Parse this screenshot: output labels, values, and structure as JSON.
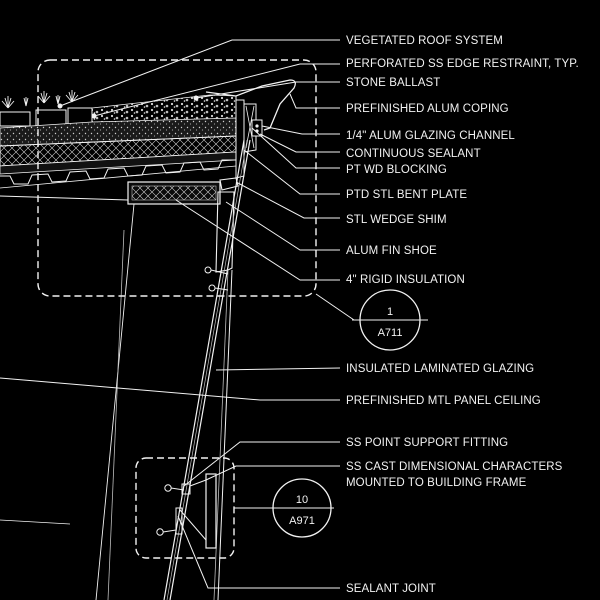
{
  "callouts": [
    {
      "id": "vegetated-roof-system",
      "text": "VEGETATED ROOF SYSTEM"
    },
    {
      "id": "perforated-ss-edge-restraint",
      "text": "PERFORATED SS EDGE RESTRAINT, TYP."
    },
    {
      "id": "stone-ballast",
      "text": "STONE BALLAST"
    },
    {
      "id": "prefinished-alum-coping",
      "text": "PREFINISHED ALUM COPING"
    },
    {
      "id": "alum-glazing-channel",
      "text": "1/4\" ALUM GLAZING CHANNEL"
    },
    {
      "id": "continuous-sealant",
      "text": "CONTINUOUS SEALANT"
    },
    {
      "id": "pt-wd-blocking",
      "text": "PT WD BLOCKING"
    },
    {
      "id": "ptd-stl-bent-plate",
      "text": "PTD STL BENT PLATE"
    },
    {
      "id": "stl-wedge-shim",
      "text": "STL WEDGE SHIM"
    },
    {
      "id": "alum-fin-shoe",
      "text": "ALUM FIN SHOE"
    },
    {
      "id": "rigid-insulation",
      "text": "4\" RIGID INSULATION"
    },
    {
      "id": "insulated-laminated-glazing",
      "text": "INSULATED LAMINATED GLAZING"
    },
    {
      "id": "prefinished-mtl-panel-ceiling",
      "text": "PREFINISHED MTL PANEL CEILING"
    },
    {
      "id": "ss-point-support-fitting",
      "text": "SS POINT SUPPORT FITTING"
    },
    {
      "id": "ss-cast-dimensional-characters-1",
      "text": "SS CAST DIMENSIONAL CHARACTERS"
    },
    {
      "id": "ss-cast-dimensional-characters-2",
      "text": "MOUNTED TO BUILDING FRAME"
    },
    {
      "id": "sealant-joint",
      "text": "SEALANT JOINT"
    }
  ],
  "detail_tags": [
    {
      "id": "detail-1",
      "number": "1",
      "sheet": "A711"
    },
    {
      "id": "detail-10",
      "number": "10",
      "sheet": "A971"
    }
  ],
  "colors": {
    "background": "#000000",
    "linework": "#f2f2f2"
  }
}
